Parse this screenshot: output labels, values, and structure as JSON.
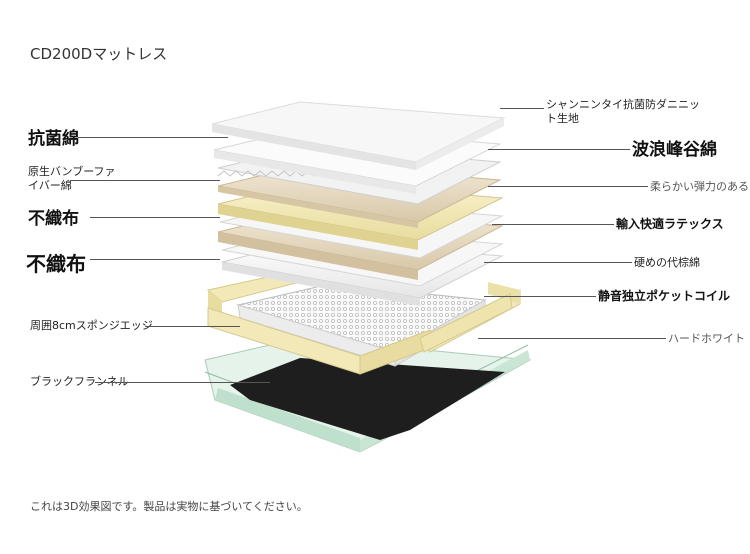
{
  "title": "CD200Dマットレス",
  "footnote": "これは3D効果図です。製品は実物に基づいてください。",
  "left_labels": [
    {
      "text": "抗菌綿"
    },
    {
      "text_lines": [
        "原生バンブーファ",
        "イバー綿"
      ]
    },
    {
      "text": "不織布"
    },
    {
      "text": "不織布"
    },
    {
      "text": "周囲8cmスポンジエッジ"
    },
    {
      "text": "ブラックフランネル"
    }
  ],
  "right_labels": [
    {
      "text_lines": [
        "シャンニンタイ抗菌防ダニニッ",
        "ト生地"
      ]
    },
    {
      "text": "波浪峰谷綿"
    },
    {
      "text": "柔らかい弾力のある"
    },
    {
      "text": "輸入快適ラテックス"
    },
    {
      "text": "硬めの代棕綿"
    },
    {
      "text": "静音独立ポケットコイル"
    },
    {
      "text": "ハードホワイト"
    }
  ],
  "colors": {
    "white_layer": "#f4f4f4",
    "cream_layer": "#f0e6b4",
    "latex_layer": "#e8dcc8",
    "foam_edge": "#f3e9b8",
    "flannel": "#1e1e1e",
    "base_frame": "#d9eee2"
  }
}
